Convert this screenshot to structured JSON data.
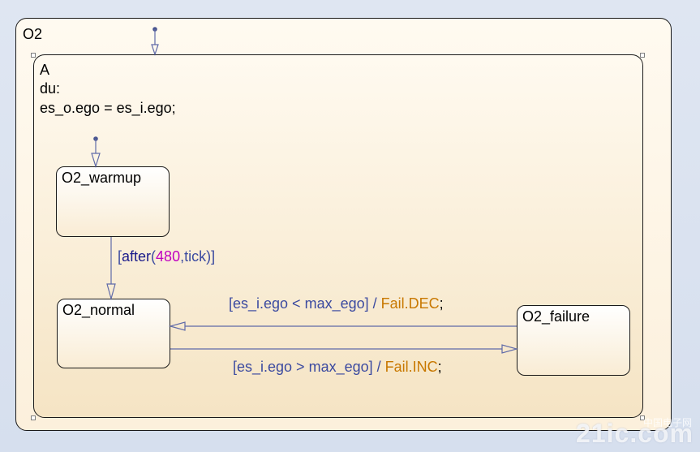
{
  "diagram": {
    "outer_state": {
      "name": "O2"
    },
    "parent_state": {
      "name": "A",
      "action_label": "du:",
      "action_code": "es_o.ego = es_i.ego;"
    },
    "states": {
      "warmup": {
        "name": "O2_warmup"
      },
      "normal": {
        "name": "O2_normal"
      },
      "failure": {
        "name": "O2_failure"
      }
    },
    "transitions": {
      "warmup_to_normal": {
        "open": "[",
        "keyword": "after",
        "paren_open": "(",
        "number": "480",
        "rest": ",tick)]"
      },
      "failure_to_normal": {
        "condition": "[es_i.ego < max_ego] / ",
        "event": "Fail.DEC",
        "end": ";"
      },
      "normal_to_failure": {
        "condition": "[es_i.ego > max_ego] / ",
        "event": "Fail.INC",
        "end": ";"
      }
    },
    "colors": {
      "transition_line": "#5f6aa8",
      "condition_text": "#3b4aa0",
      "event_text": "#c87800",
      "number_text": "#c000c0",
      "state_fill": "#fcf0dc"
    }
  },
  "watermark": {
    "logo": "21ic.com",
    "caption": "中国电子网"
  }
}
